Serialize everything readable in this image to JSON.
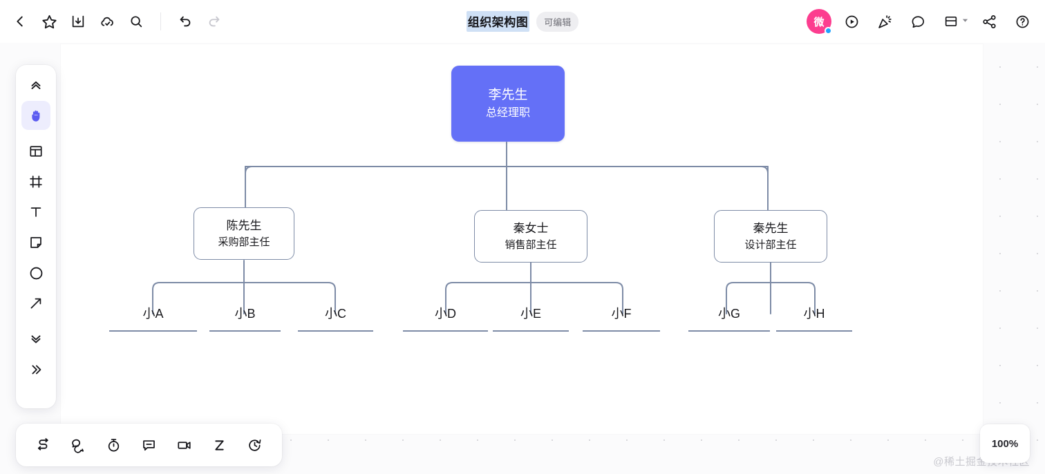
{
  "topbar": {
    "left_icons": [
      {
        "name": "back-icon",
        "label": "返回"
      },
      {
        "name": "star-icon",
        "label": "收藏"
      },
      {
        "name": "download-icon",
        "label": "下载"
      },
      {
        "name": "cloud-check-icon",
        "label": "已保存"
      },
      {
        "name": "search-icon",
        "label": "搜索"
      }
    ],
    "history_icons": [
      {
        "name": "undo-icon",
        "label": "撤销"
      },
      {
        "name": "redo-icon",
        "label": "重做"
      }
    ],
    "title": "组织架构图",
    "edit_badge": "可编辑",
    "avatar_text": "微",
    "right_icons": [
      {
        "name": "play-circle-icon",
        "label": "演示"
      },
      {
        "name": "party-popper-icon",
        "label": "庆祝"
      },
      {
        "name": "comment-icon",
        "label": "评论"
      },
      {
        "name": "layout-icon",
        "label": "布局"
      },
      {
        "name": "share-icon",
        "label": "分享"
      },
      {
        "name": "help-icon",
        "label": "帮助"
      }
    ]
  },
  "left_rail": {
    "items": [
      {
        "name": "chevron-up-icon",
        "label": "向上"
      },
      {
        "name": "hand-tool-icon",
        "label": "抓手工具",
        "active": true
      },
      {
        "name": "layout-template-icon",
        "label": "模板"
      },
      {
        "name": "frame-icon",
        "label": "画框"
      },
      {
        "name": "text-tool-icon",
        "label": "文本"
      },
      {
        "name": "sticky-note-icon",
        "label": "便签"
      },
      {
        "name": "shape-circle-icon",
        "label": "形状"
      },
      {
        "name": "arrow-line-icon",
        "label": "连线"
      },
      {
        "name": "chevron-down-icon",
        "label": "向下"
      },
      {
        "name": "chevrons-right-icon",
        "label": "展开"
      }
    ]
  },
  "bottom_bar": {
    "items": [
      {
        "name": "flow-s-icon",
        "label": "流程"
      },
      {
        "name": "chat-bubbles-icon",
        "label": "讨论"
      },
      {
        "name": "timer-icon",
        "label": "计时器"
      },
      {
        "name": "comment-box-icon",
        "label": "评论"
      },
      {
        "name": "video-camera-icon",
        "label": "视频"
      },
      {
        "name": "letter-z-icon",
        "label": "Z"
      },
      {
        "name": "history-clock-icon",
        "label": "历史"
      }
    ]
  },
  "canvas": {
    "zoom_level": "100%",
    "watermark": "@稀土掘金技术社区"
  },
  "chart_data": {
    "type": "org-chart",
    "title": "组织架构图",
    "root": {
      "name": "李先生",
      "role": "总经理职"
    },
    "departments": [
      {
        "name": "陈先生",
        "role": "采购部主任",
        "members": [
          "小A",
          "小B",
          "小C"
        ]
      },
      {
        "name": "秦女士",
        "role": "销售部主任",
        "members": [
          "小D",
          "小E",
          "小F"
        ]
      },
      {
        "name": "秦先生",
        "role": "设计部主任",
        "members": [
          "小G",
          "小H"
        ]
      }
    ],
    "colors": {
      "root_fill": "#6470f7",
      "root_text": "#ffffff",
      "node_border": "#7d8ba6",
      "connector": "#7d8ba6",
      "node_text": "#18181c"
    }
  }
}
